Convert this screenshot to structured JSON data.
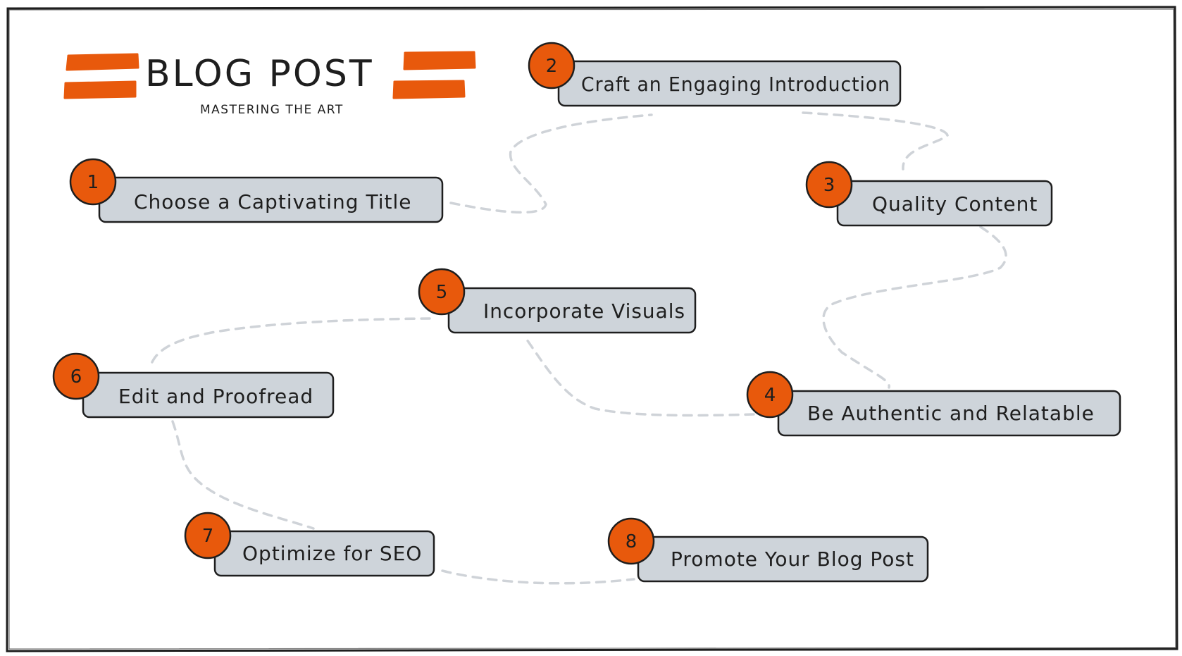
{
  "header": {
    "title": "BLOG POST",
    "subtitle": "MASTERING THE ART"
  },
  "colors": {
    "accent": "#e8590c",
    "box_fill": "#ced4da",
    "stroke": "#1e1e1e",
    "connector": "#cfd3d8"
  },
  "steps": [
    {
      "number": "1",
      "label": "Choose a Captivating Title"
    },
    {
      "number": "2",
      "label": "Craft an Engaging Introduction"
    },
    {
      "number": "3",
      "label": "Quality Content"
    },
    {
      "number": "4",
      "label": "Be Authentic and Relatable"
    },
    {
      "number": "5",
      "label": "Incorporate Visuals"
    },
    {
      "number": "6",
      "label": "Edit and Proofread"
    },
    {
      "number": "7",
      "label": "Optimize for SEO"
    },
    {
      "number": "8",
      "label": "Promote Your Blog Post"
    }
  ]
}
